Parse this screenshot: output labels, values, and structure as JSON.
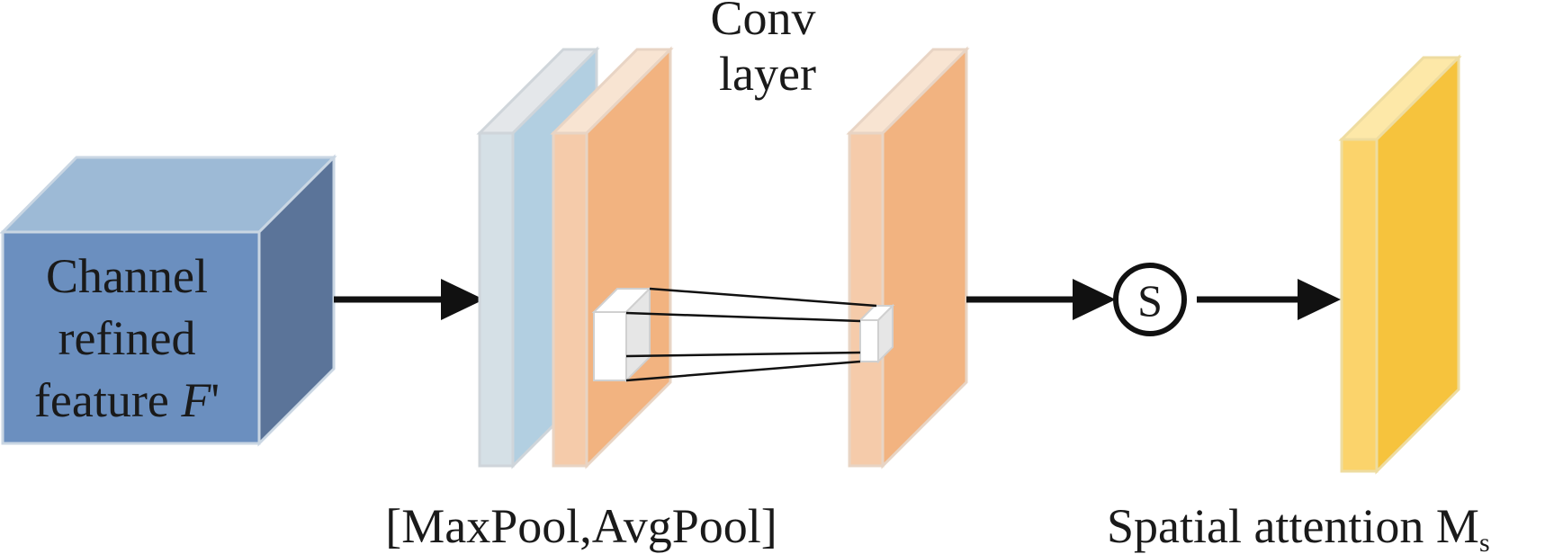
{
  "input_block": {
    "label_line1": "Channel",
    "label_line2": "refined",
    "label_line3": "feature ",
    "label_var": "F",
    "label_prime": "'"
  },
  "pool_block": {
    "label": "[MaxPool,AvgPool]"
  },
  "conv_block": {
    "label_line1": "Conv",
    "label_line2": "layer"
  },
  "sigmoid": {
    "symbol": "S"
  },
  "output_block": {
    "label": "Spatial attention M",
    "label_sub": "s"
  },
  "colors": {
    "cube_front": "#6b8fbf",
    "cube_top": "#9dbad6",
    "cube_side": "#5b7499",
    "maxpool_front": "#d5e0e6",
    "maxpool_side": "#b2cfe1",
    "avgpool_front": "#f5cbaa",
    "avgpool_side": "#f2b380",
    "conv_front": "#f5cbaa",
    "conv_side": "#f2b380",
    "attention_front": "#fbd36b",
    "attention_side": "#f6c33d",
    "arrow": "#111111"
  }
}
